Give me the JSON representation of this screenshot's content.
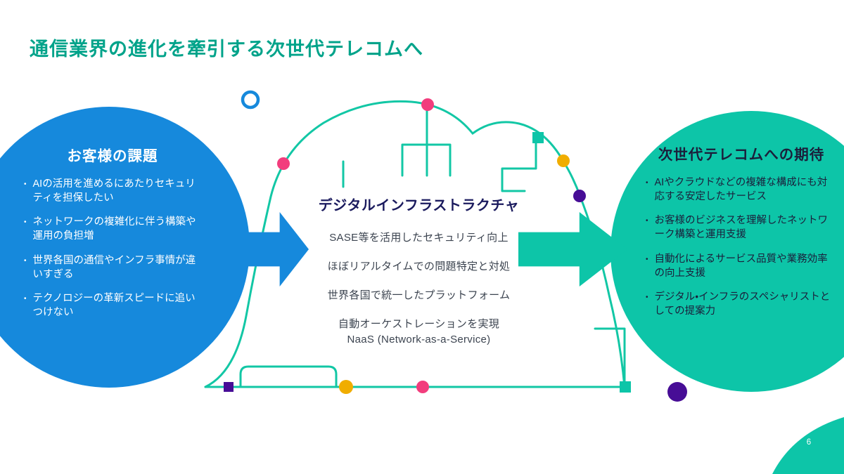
{
  "slide": {
    "title": "通信業界の進化を牽引する次世代テレコムへ",
    "page_number": "6"
  },
  "left_circle": {
    "heading": "お客様の課題",
    "bullets": [
      "AIの活用を進めるにあたりセキュリティを担保したい",
      "ネットワークの複雑化に伴う構築や運用の負担増",
      "世界各国の通信やインフラ事情が違いすぎる",
      "テクノロジーの革新スピードに追いつけない"
    ]
  },
  "center": {
    "heading": "デジタルインフラストラクチャ",
    "lines": [
      "SASE等を活用したセキュリティ向上",
      "ほぼリアルタイムでの問題特定と対処",
      "世界各国で統一したプラットフォーム",
      "自動オーケストレーションを実現",
      "NaaS (Network-as-a-Service)"
    ]
  },
  "right_circle": {
    "heading": "次世代テレコムへの期待",
    "bullets": [
      "AIやクラウドなどの複雑な構成にも対応する安定したサービス",
      "お客様のビジネスを理解したネットワーク構築と運用支援",
      "自動化によるサービス品質や業務効率の向上支援",
      "デジタル・インフラのスペシャリストとしての提案力"
    ]
  },
  "colors": {
    "title_green": "#00A38A",
    "accent_blue": "#1689DC",
    "accent_teal": "#0DC5A8",
    "node_pink": "#F23D7D",
    "node_yellow": "#F0AD00",
    "node_purple": "#470D96",
    "navy_text": "#1B1B5E"
  }
}
